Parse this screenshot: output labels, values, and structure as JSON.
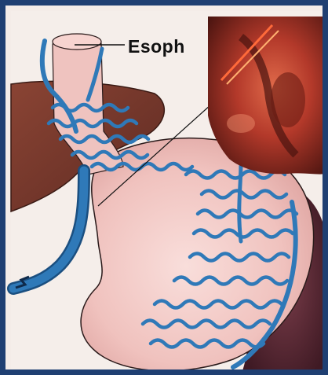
{
  "labels": {
    "esophagus": "Esoph"
  },
  "colors": {
    "frame": "#1f3f72",
    "vein": "#2f79b8",
    "vein_outline": "#1b4f80",
    "liver": "#7a3a2e",
    "stomach": "#f2c7c3",
    "esophagus": "#f0c8c4",
    "endoscopy_tissue": "#b8402f"
  },
  "icons": {
    "inset": "endoscopy-photo",
    "vessels": "varices"
  }
}
